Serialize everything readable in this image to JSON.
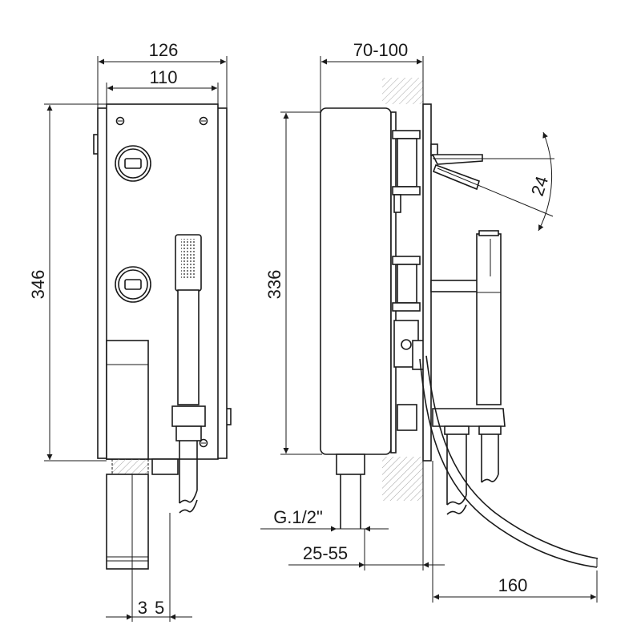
{
  "front_view": {
    "dim_width_outer": "126",
    "dim_width_inner": "110",
    "dim_height": "346",
    "dim_spout": "35"
  },
  "side_view": {
    "dim_depth": "70-100",
    "dim_height": "336",
    "dim_angle": "24",
    "thread_label": "G.1/2\"",
    "dim_wall_range": "25-55",
    "dim_hose": "160"
  },
  "colors": {
    "line": "#1a1a1a",
    "hatch": "#9a9a9a",
    "background": "#ffffff"
  }
}
